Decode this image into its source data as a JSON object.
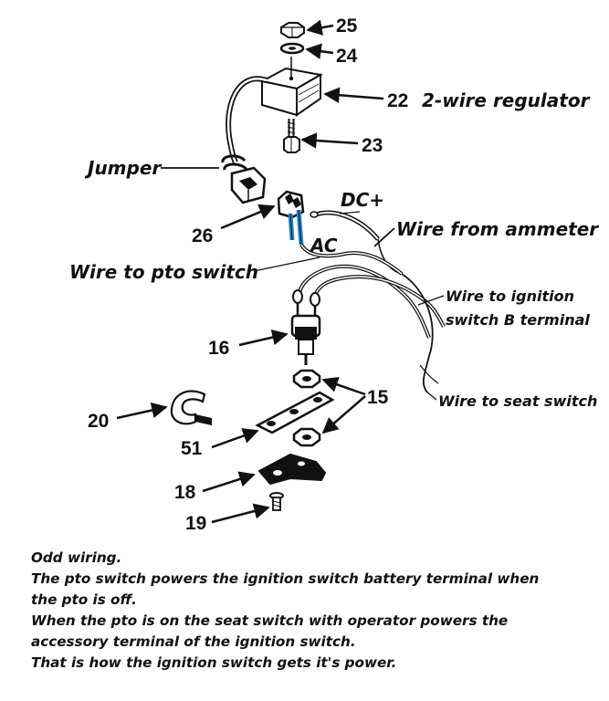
{
  "part_numbers": {
    "p25": "25",
    "p24": "24",
    "p22": "22",
    "p23": "23",
    "p26": "26",
    "p16": "16",
    "p15": "15",
    "p20": "20",
    "p51": "51",
    "p18": "18",
    "p19": "19"
  },
  "labels": {
    "regulator": "2-wire regulator",
    "jumper": "Jumper",
    "dc_plus": "DC+",
    "ac": "AC",
    "wire_from_ammeter": "Wire from ammeter",
    "wire_to_pto": "Wire to pto switch",
    "wire_to_ignition_1": "Wire to ignition",
    "wire_to_ignition_2": "switch B terminal",
    "wire_to_seat": "Wire to seat switch"
  },
  "notes": [
    "Odd wiring.",
    "The pto switch powers the ignition switch battery terminal when",
    "the pto is off.",
    "When the pto is on the seat switch with operator powers the",
    "accessory terminal of the ignition switch.",
    "That is how the ignition switch gets it's power."
  ],
  "colors": {
    "ink": "#111111",
    "highlight_wire": "#1e88d8"
  }
}
